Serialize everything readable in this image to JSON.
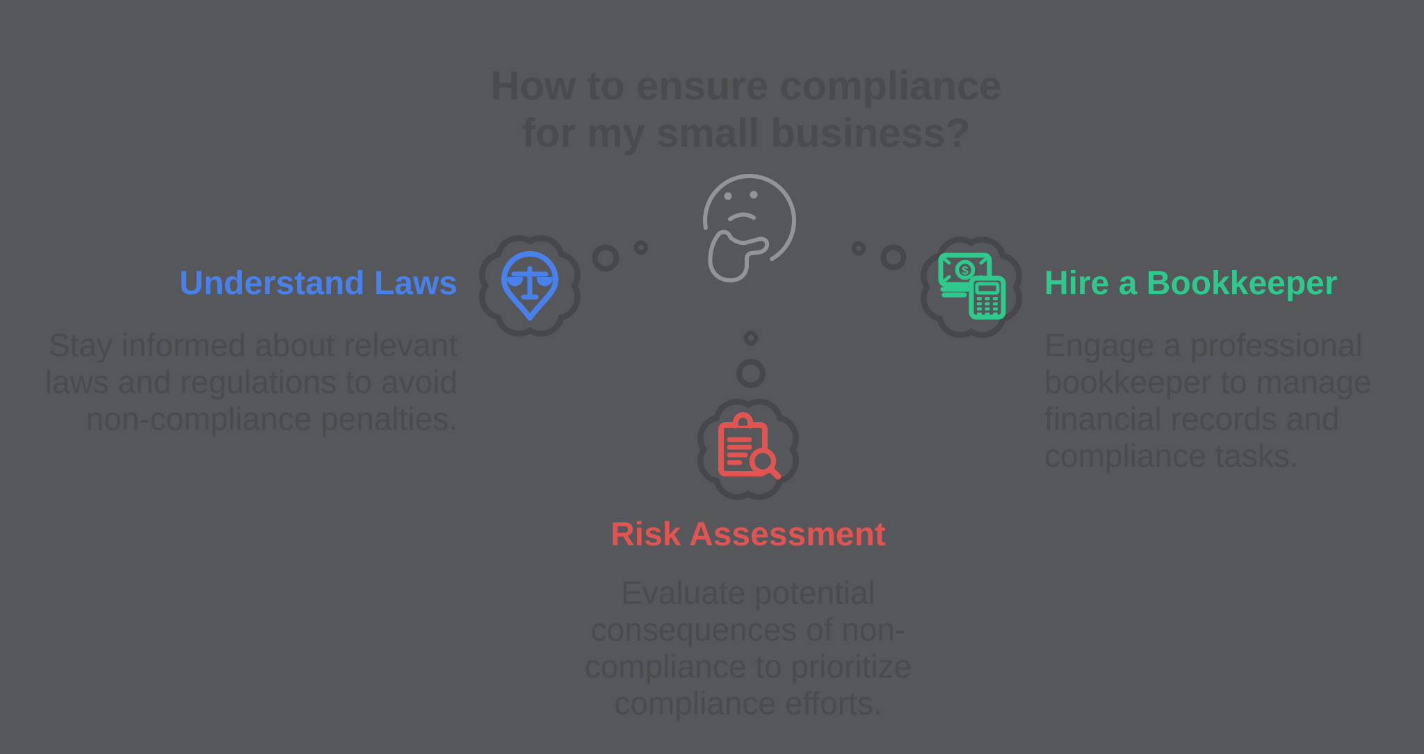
{
  "title": "How to ensure compliance\nfor my small business?",
  "center_icon": "thinking-face-icon",
  "items": [
    {
      "id": "understand-laws",
      "label": "Understand Laws",
      "description": "Stay informed about relevant\nlaws and regulations to avoid\nnon-compliance penalties.",
      "color": "#4A80E9",
      "icon": "scales-location-pin-icon",
      "bubble": "thought-cloud"
    },
    {
      "id": "hire-a-bookkeeper",
      "label": "Hire a Bookkeeper",
      "description": "Engage a professional\nbookkeeper to manage\nfinancial records and\ncompliance tasks.",
      "color": "#2FC98E",
      "icon": "money-calculator-icon",
      "bubble": "thought-cloud"
    },
    {
      "id": "risk-assessment",
      "label": "Risk Assessment",
      "description": "Evaluate potential\nconsequences of non-\ncompliance to prioritize\ncompliance efforts.",
      "color": "#E05452",
      "icon": "clipboard-magnifier-icon",
      "bubble": "thought-cloud"
    }
  ],
  "colors": {
    "background": "#55575A",
    "cloud": "#45474B",
    "face": "#929497",
    "text": "#494B4E",
    "blue": "#4A80E9",
    "green": "#2FC98E",
    "red": "#E05452"
  }
}
